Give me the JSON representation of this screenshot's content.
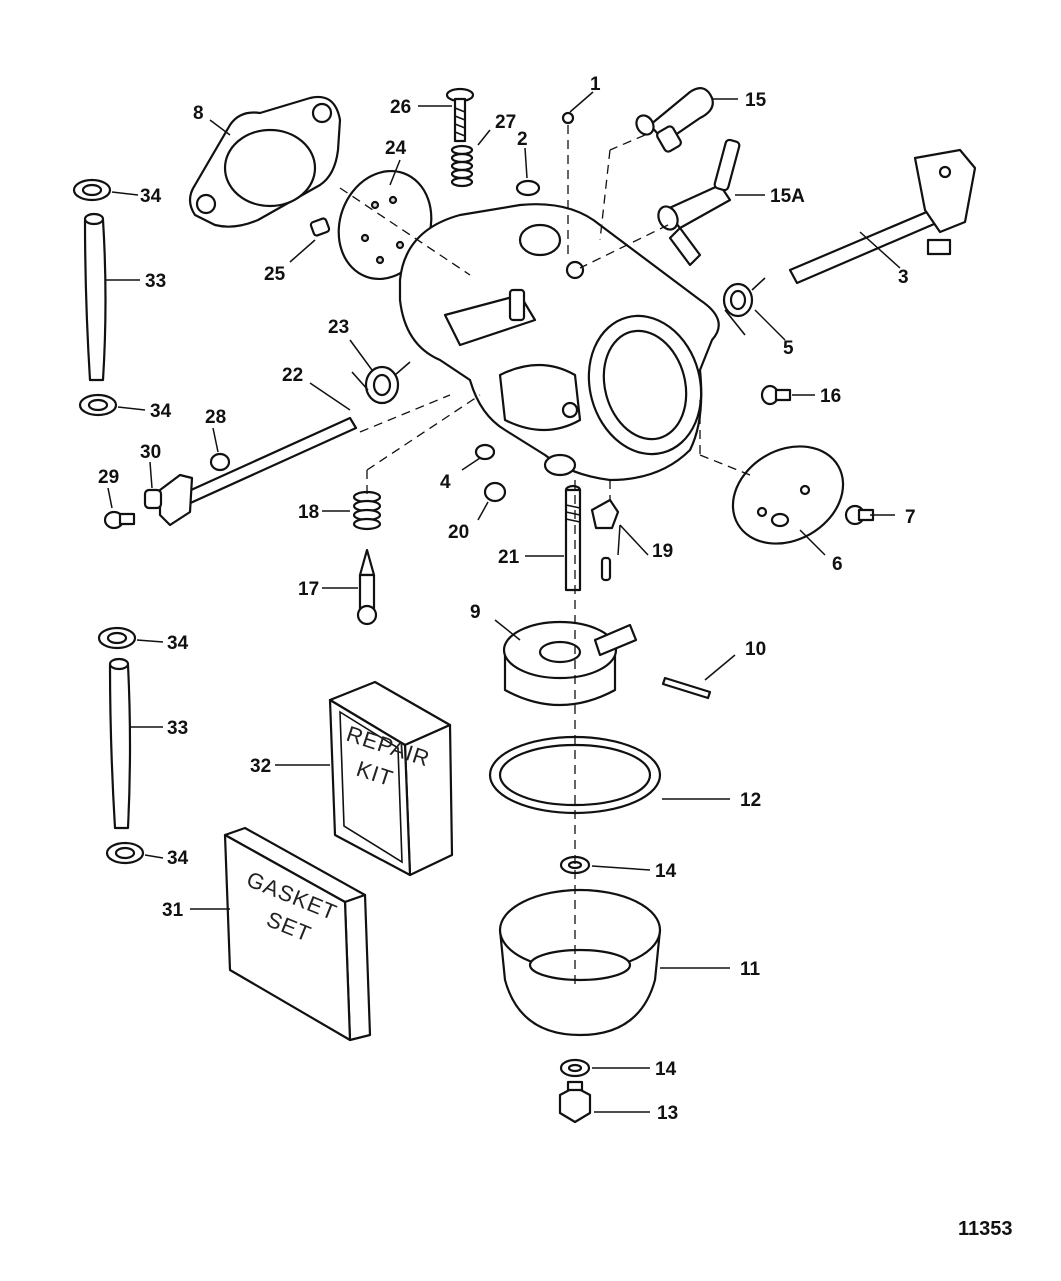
{
  "figure_number": "11353",
  "callouts": [
    {
      "id": "c1",
      "label": "1"
    },
    {
      "id": "c2",
      "label": "2"
    },
    {
      "id": "c3",
      "label": "3"
    },
    {
      "id": "c4",
      "label": "4"
    },
    {
      "id": "c5",
      "label": "5"
    },
    {
      "id": "c6",
      "label": "6"
    },
    {
      "id": "c7",
      "label": "7"
    },
    {
      "id": "c8",
      "label": "8"
    },
    {
      "id": "c9",
      "label": "9"
    },
    {
      "id": "c10",
      "label": "10"
    },
    {
      "id": "c11",
      "label": "11"
    },
    {
      "id": "c12",
      "label": "12"
    },
    {
      "id": "c13",
      "label": "13"
    },
    {
      "id": "c14a",
      "label": "14"
    },
    {
      "id": "c14b",
      "label": "14"
    },
    {
      "id": "c15",
      "label": "15"
    },
    {
      "id": "c15a",
      "label": "15A"
    },
    {
      "id": "c16",
      "label": "16"
    },
    {
      "id": "c17",
      "label": "17"
    },
    {
      "id": "c18",
      "label": "18"
    },
    {
      "id": "c19",
      "label": "19"
    },
    {
      "id": "c20",
      "label": "20"
    },
    {
      "id": "c21",
      "label": "21"
    },
    {
      "id": "c22",
      "label": "22"
    },
    {
      "id": "c23",
      "label": "23"
    },
    {
      "id": "c24",
      "label": "24"
    },
    {
      "id": "c25",
      "label": "25"
    },
    {
      "id": "c26",
      "label": "26"
    },
    {
      "id": "c27",
      "label": "27"
    },
    {
      "id": "c28",
      "label": "28"
    },
    {
      "id": "c29",
      "label": "29"
    },
    {
      "id": "c30",
      "label": "30"
    },
    {
      "id": "c31",
      "label": "31"
    },
    {
      "id": "c32",
      "label": "32"
    },
    {
      "id": "c33a",
      "label": "33"
    },
    {
      "id": "c33b",
      "label": "33"
    },
    {
      "id": "c34a",
      "label": "34"
    },
    {
      "id": "c34b",
      "label": "34"
    },
    {
      "id": "c34c",
      "label": "34"
    },
    {
      "id": "c34d",
      "label": "34"
    }
  ],
  "kit_labels": {
    "repair_kit_line1": "REPAIR",
    "repair_kit_line2": "KIT",
    "gasket_set_line1": "GASKET",
    "gasket_set_line2": "SET"
  }
}
